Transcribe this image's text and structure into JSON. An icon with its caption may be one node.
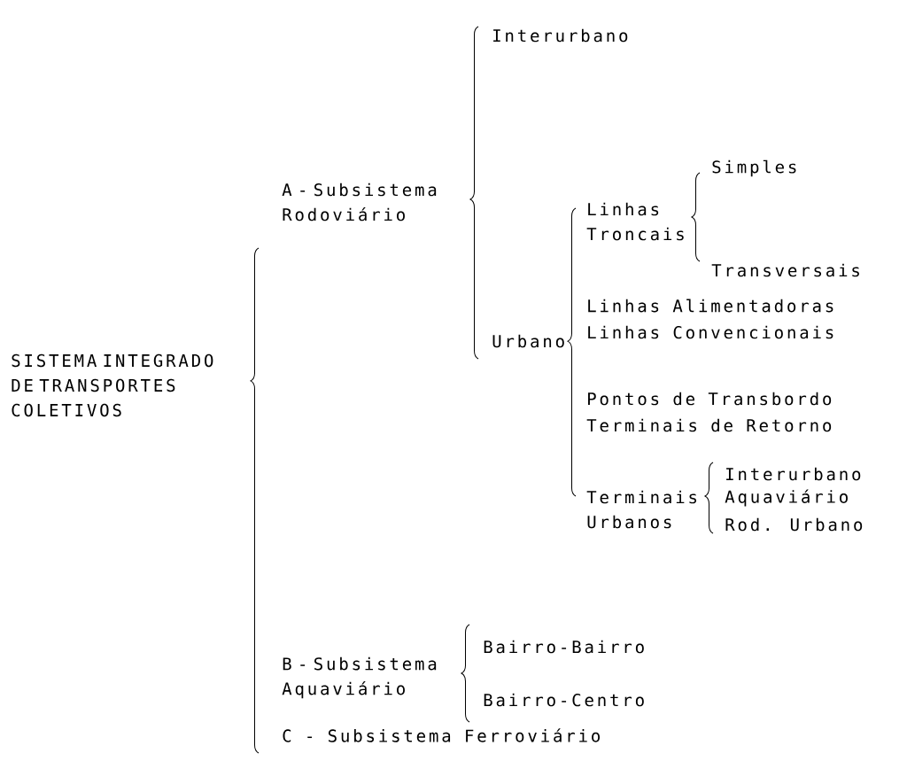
{
  "diagram": {
    "labels": [
      "Interurbano",
      "A - Subsistema Rodoviário",
      "Linhas Troncais",
      "Simples",
      "Transversais",
      "Urbano",
      "Linhas Alimentadoras",
      "Linhas Convencionais",
      "SISTEMA INTEGRADO DE TRANSPORTES COLETIVOS",
      "Pontos de Transbordo",
      "Terminais de Retorno",
      "Interurbano",
      "Terminais Urbanos",
      "Aquaviário",
      "Rod. Urbano",
      "B - Subsistema Aquaviário",
      "Bairro-Bairro",
      "Bairro-Centro",
      "C - Subsistema Ferroviário"
    ]
  }
}
